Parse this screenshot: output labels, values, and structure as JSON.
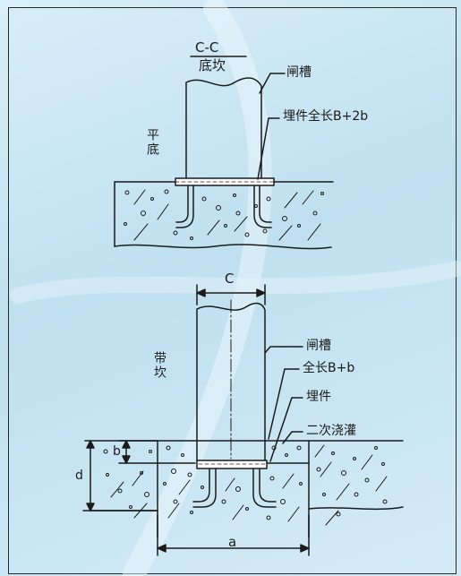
{
  "diagram": {
    "top_section": {
      "title": "C-C",
      "subtitle": "底坎",
      "gate_slot": "闸槽",
      "embedded_part": "埋件全长B+2b",
      "side_label": "平底"
    },
    "bottom_section": {
      "width_label": "C",
      "side_label": "带坎",
      "gate_slot": "闸槽",
      "full_length": "全长B+b",
      "embedded_part": "埋件",
      "grout": "二次浇灌",
      "dim_b": "b",
      "dim_d": "d",
      "dim_a": "a"
    }
  },
  "colors": {
    "line": "#1b1b1b",
    "background": "#cfe6f2"
  }
}
